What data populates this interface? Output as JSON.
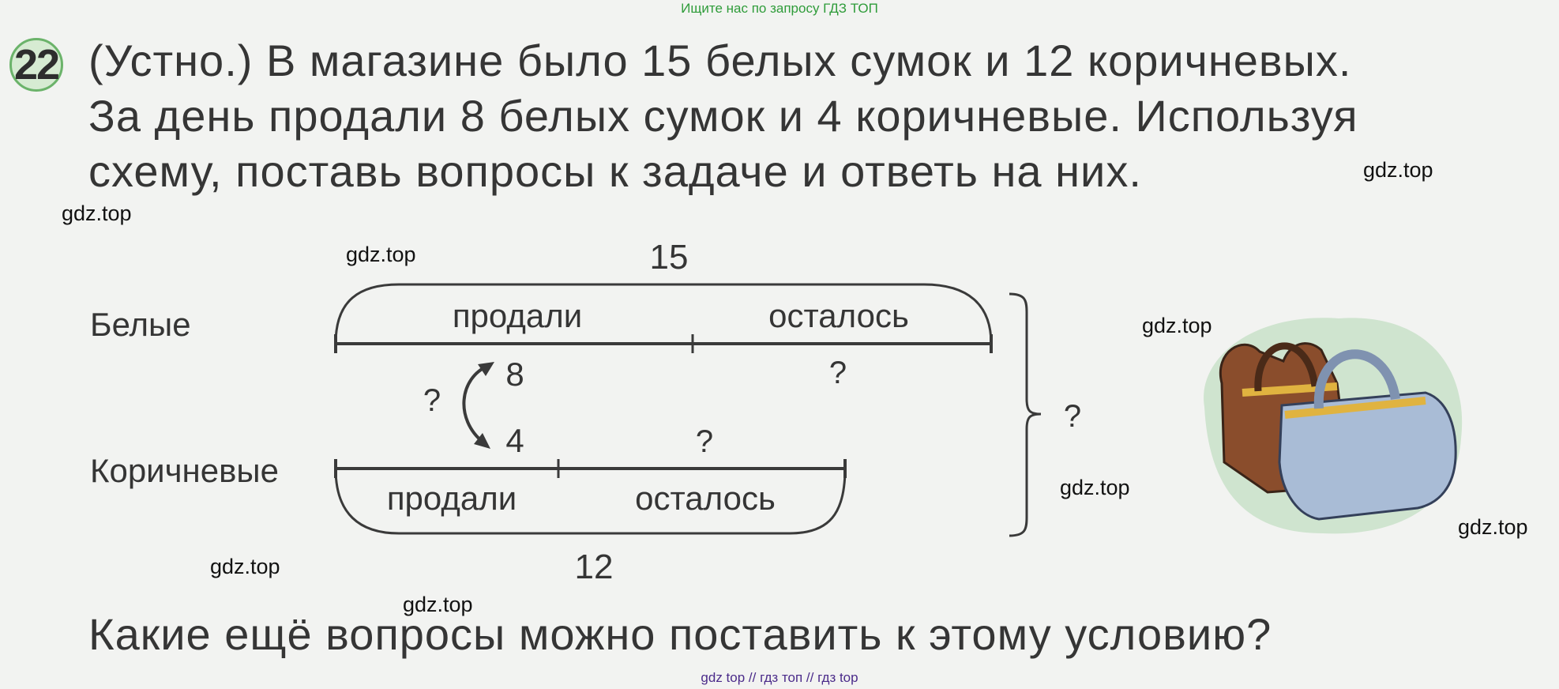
{
  "header": {
    "top_link": "Ищите нас по запросу ГДЗ ТОП"
  },
  "task": {
    "number": "22",
    "lines": [
      "(Устно.) В магазине было 15 белых сумок и 12 коричневых.",
      "За день продали 8 белых сумок и 4 коричневые. Используя",
      "схему, поставь вопросы к задаче и ответь на них."
    ]
  },
  "diagram": {
    "white_label": "Белые",
    "brown_label": "Коричневые",
    "white_total": "15",
    "brown_total": "12",
    "white_sold": "продали",
    "white_left": "осталось",
    "brown_sold": "продали",
    "brown_left": "осталось",
    "sold_white_value": "8",
    "sold_brown_value": "4",
    "q_white_left": "?",
    "q_brown_left": "?",
    "q_sold_diff": "?",
    "q_total": "?"
  },
  "bottom_question": "Какие ещё вопросы можно поставить к этому условию?",
  "watermarks": [
    "gdz.top",
    "gdz.top",
    "gdz.top",
    "gdz.top",
    "gdz.top",
    "gdz.top",
    "gdz.top",
    "gdz.top"
  ],
  "footer": {
    "links": "gdz top  //  гдз топ  //  гдз top"
  }
}
